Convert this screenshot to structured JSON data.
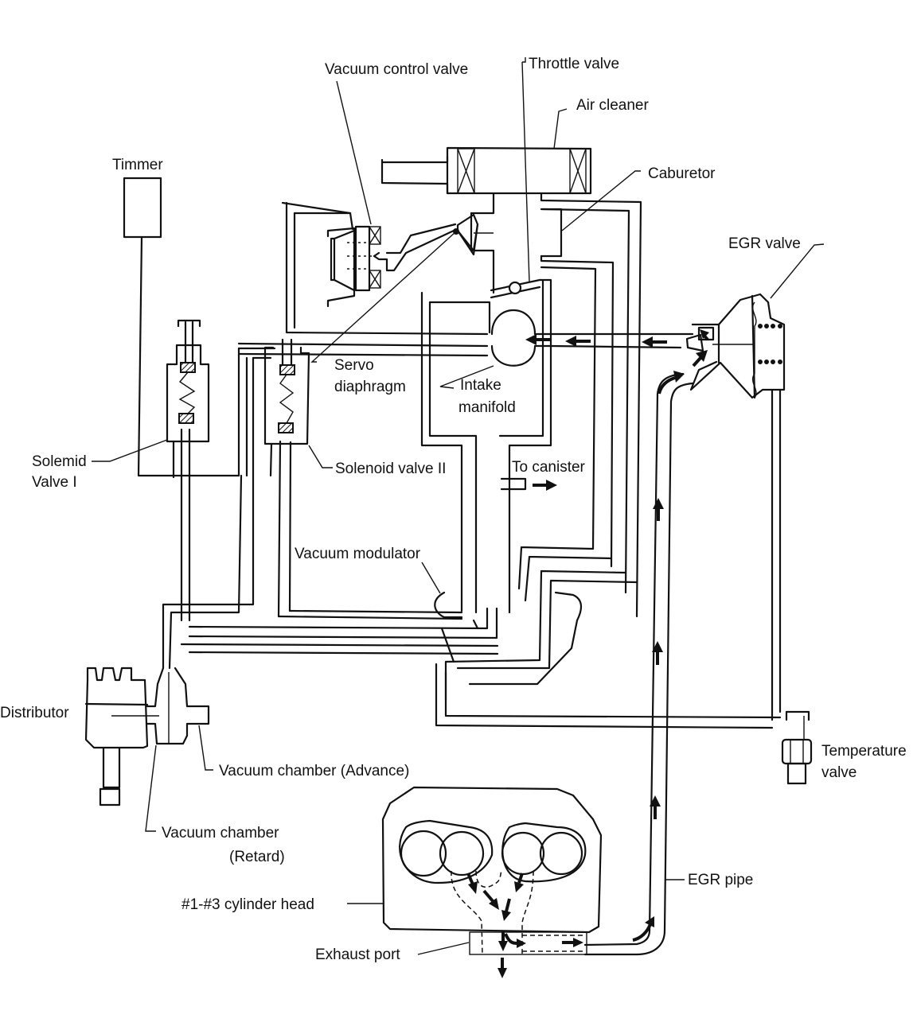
{
  "figure": {
    "type": "vacuum and EGR piping schematic",
    "line_color": "#111111",
    "background": "#ffffff"
  },
  "labels": {
    "vacuum_control_valve": "Vacuum control valve",
    "throttle_valve": "Throttle valve",
    "air_cleaner": "Air cleaner",
    "caburetor": "Caburetor",
    "timmer": "Timmer",
    "egr_valve": "EGR valve",
    "servo_diaphragm_1": "Servo",
    "servo_diaphragm_2": "diaphragm",
    "intake_manifold_1": "Intake",
    "intake_manifold_2": "manifold",
    "solemid_valve_1": "Solemid",
    "solemid_valve_2": "Valve I",
    "solenoid_valve_ii": "Solenoid valve II",
    "to_canister": "To canister",
    "vacuum_modulator": "Vacuum modulator",
    "distributor": "Distributor",
    "vacuum_chamber_advance": "Vacuum chamber (Advance)",
    "vacuum_chamber_retard_1": "Vacuum chamber",
    "vacuum_chamber_retard_2": "(Retard)",
    "temperature_valve_1": "Temperature",
    "temperature_valve_2": "valve",
    "egr_pipe": "EGR pipe",
    "cylinder_head": "#1-#3 cylinder head",
    "exhaust_port": "Exhaust port"
  },
  "flow_arrows": {
    "egr_pipe_direction": "up",
    "intake_direction": "left",
    "canister_direction": "right",
    "exhaust_direction": "down"
  }
}
